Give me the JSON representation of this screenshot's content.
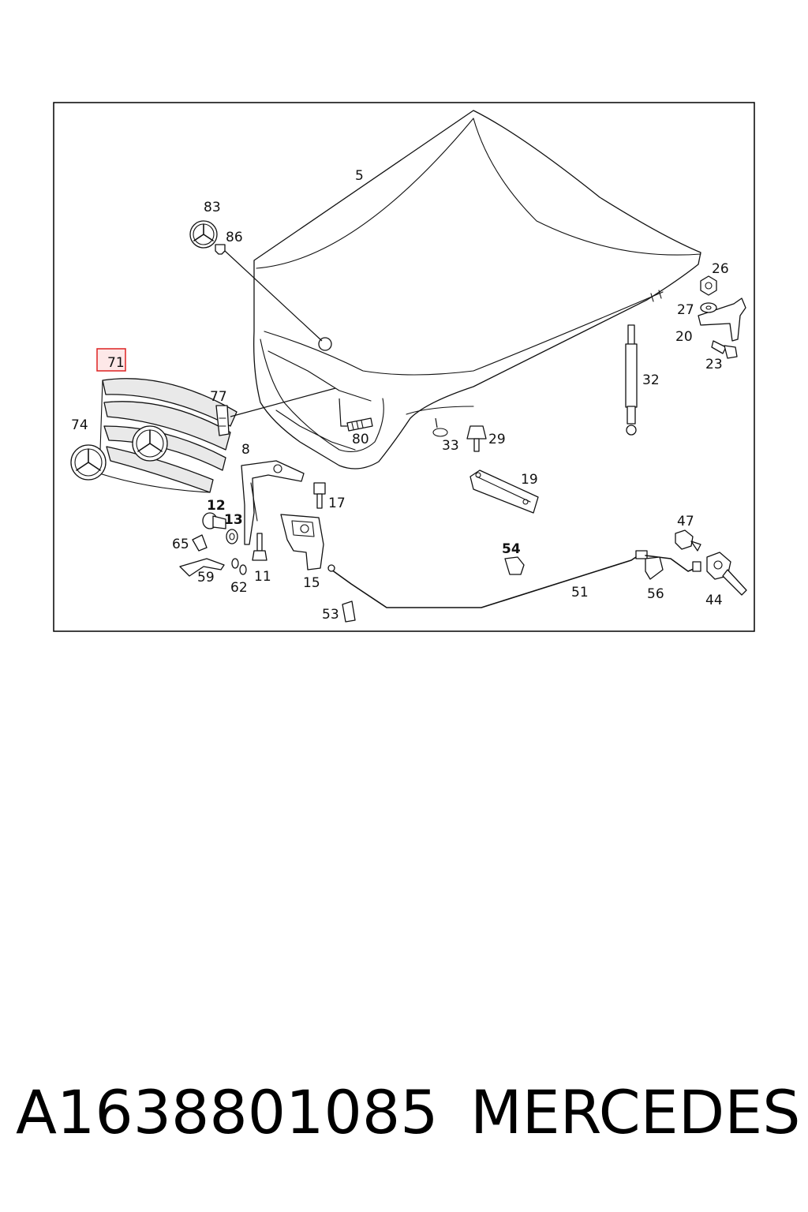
{
  "diagram": {
    "highlighted_callout": "71",
    "callouts": [
      "5",
      "83",
      "86",
      "26",
      "27",
      "20",
      "23",
      "32",
      "71",
      "74",
      "77",
      "80",
      "33",
      "29",
      "19",
      "8",
      "17",
      "12",
      "13",
      "65",
      "59",
      "62",
      "11",
      "15",
      "54",
      "47",
      "56",
      "44",
      "51",
      "53"
    ]
  },
  "footer": {
    "part_number": "A1638801085",
    "brand": "MERCEDES"
  }
}
